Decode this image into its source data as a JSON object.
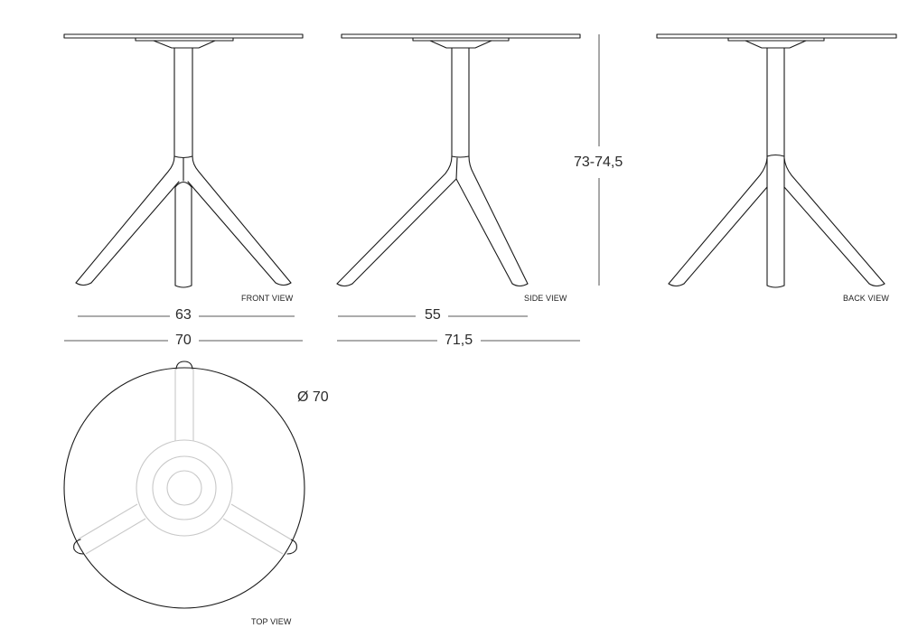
{
  "title": "Table technical drawing",
  "views": {
    "front": {
      "label": "FRONT VIEW"
    },
    "side": {
      "label": "SIDE VIEW"
    },
    "back": {
      "label": "BACK VIEW"
    },
    "top": {
      "label": "TOP VIEW"
    }
  },
  "dimensions": {
    "front_base_width": "63",
    "front_top_width": "70",
    "side_base_width": "55",
    "side_overall_width": "71,5",
    "height": "73-74,5",
    "top_diameter": "Ø 70"
  },
  "colors": {
    "ink": "#1a1a1a",
    "hidden_lines": "#c8c8c8",
    "dimension_lines": "#7a7a7a",
    "background": "#ffffff"
  }
}
